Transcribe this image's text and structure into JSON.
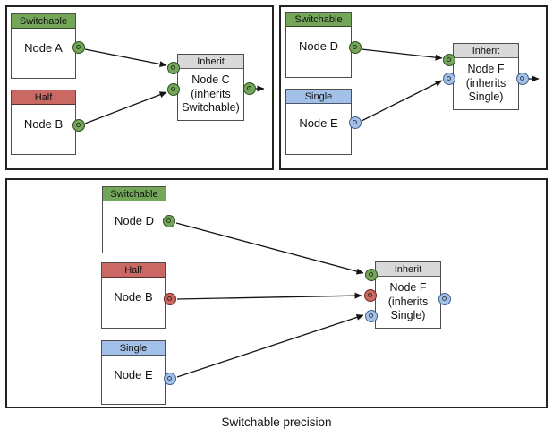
{
  "caption": "Switchable precision",
  "palette": {
    "switchable": "#74a65a",
    "switchable_dark": "#2f4f1c",
    "half": "#ca6964",
    "half_dark": "#6d2824",
    "single": "#a3c1e8",
    "single_dark": "#3f618c",
    "inherit_header": "#d9d9d9",
    "arrow": "#141414"
  },
  "panels": {
    "top_left": {
      "node_a": {
        "header": "Switchable",
        "label": "Node A"
      },
      "node_b": {
        "header": "Half",
        "label": "Node B"
      },
      "node_c": {
        "header": "Inherit",
        "label": "Node C\n(inherits\nSwitchable)"
      }
    },
    "top_right": {
      "node_d": {
        "header": "Switchable",
        "label": "Node D"
      },
      "node_e": {
        "header": "Single",
        "label": "Node E"
      },
      "node_f": {
        "header": "Inherit",
        "label": "Node F\n(inherits\nSingle)"
      }
    },
    "bottom": {
      "node_d": {
        "header": "Switchable",
        "label": "Node D"
      },
      "node_b": {
        "header": "Half",
        "label": "Node B"
      },
      "node_e": {
        "header": "Single",
        "label": "Node E"
      },
      "node_f": {
        "header": "Inherit",
        "label": "Node F\n(inherits\nSingle)"
      }
    }
  }
}
